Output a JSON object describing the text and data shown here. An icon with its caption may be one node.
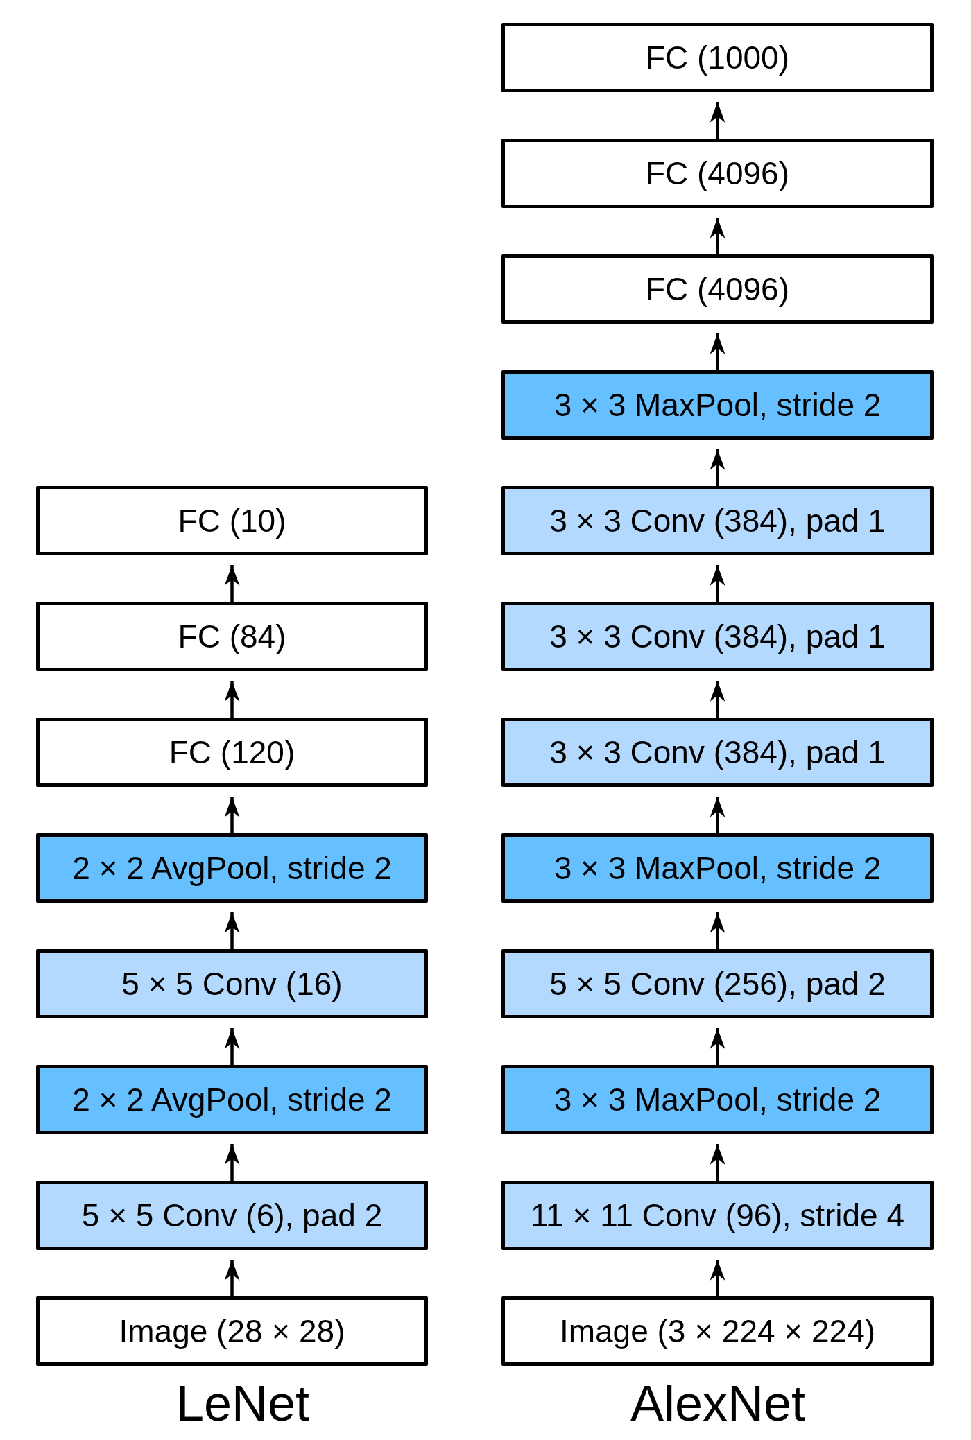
{
  "diagram": {
    "nodes": [
      {
        "text": [
          "FC (10)"
        ]
      },
      {
        "text": [
          "FC (84)"
        ]
      },
      {
        "text": [
          "FC (120)"
        ]
      },
      {
        "text": [
          "2 × 2 AvgPool, stride 2"
        ]
      },
      {
        "text": [
          "5 × 5 Conv (16)"
        ]
      },
      {
        "text": [
          "2 × 2 AvgPool, stride 2"
        ]
      },
      {
        "text": [
          "5 × 5 Conv (6), pad 2"
        ]
      },
      {
        "text": [
          "Image (28 × 28)"
        ]
      },
      {
        "text": [
          "FC (1000)"
        ]
      },
      {
        "text": [
          "FC (4096)"
        ]
      },
      {
        "text": [
          "FC (4096)"
        ]
      },
      {
        "text": [
          "3 × 3 MaxPool, stride 2"
        ]
      },
      {
        "text": [
          "3 × 3 Conv (384), pad 1"
        ]
      },
      {
        "text": [
          "3 × 3 Conv (384), pad 1"
        ]
      },
      {
        "text": [
          "3 × 3 Conv (384), pad 1"
        ]
      },
      {
        "text": [
          "3 × 3 MaxPool, stride 2"
        ]
      },
      {
        "text": [
          "5 × 5 Conv (256), pad 2"
        ]
      },
      {
        "text": [
          "3 × 3 MaxPool, stride 2"
        ]
      },
      {
        "text": [
          "11 × 11 Conv (96), stride 4"
        ]
      },
      {
        "text": [
          "Image (3 × 224 × 224)"
        ]
      }
    ],
    "edges": [
      {
        "from": 7,
        "to": 6,
        "arrow": "to"
      },
      {
        "from": 6,
        "to": 5,
        "arrow": "to"
      },
      {
        "from": 5,
        "to": 4,
        "arrow": "to"
      },
      {
        "from": 4,
        "to": 3,
        "arrow": "to"
      },
      {
        "from": 3,
        "to": 2,
        "arrow": "to"
      },
      {
        "from": 2,
        "to": 1,
        "arrow": "to"
      },
      {
        "from": 1,
        "to": 0,
        "arrow": "to"
      },
      {
        "from": 19,
        "to": 18,
        "arrow": "to"
      },
      {
        "from": 18,
        "to": 17,
        "arrow": "to"
      },
      {
        "from": 17,
        "to": 16,
        "arrow": "to"
      },
      {
        "from": 16,
        "to": 15,
        "arrow": "to"
      },
      {
        "from": 15,
        "to": 14,
        "arrow": "to"
      },
      {
        "from": 14,
        "to": 13,
        "arrow": "to"
      },
      {
        "from": 13,
        "to": 12,
        "arrow": "to"
      },
      {
        "from": 12,
        "to": 11,
        "arrow": "to"
      },
      {
        "from": 11,
        "to": 10,
        "arrow": "to"
      },
      {
        "from": 10,
        "to": 9,
        "arrow": "to"
      },
      {
        "from": 9,
        "to": 8,
        "arrow": "to"
      }
    ],
    "labels": [
      "LeNet",
      "AlexNet"
    ]
  }
}
